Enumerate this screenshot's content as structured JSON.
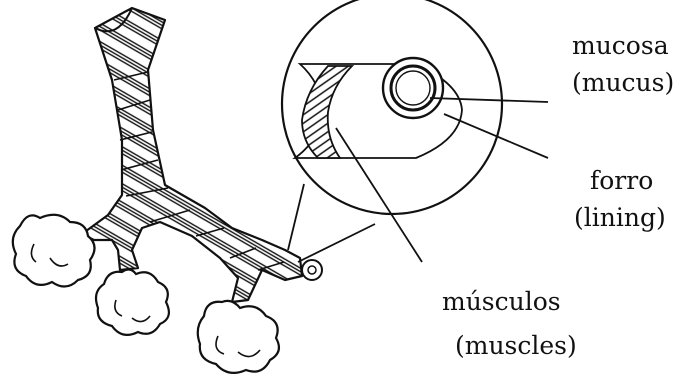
{
  "labels": {
    "mucosa": "mucosa",
    "mucus": "(mucus)",
    "forro": "forro",
    "lining": "(lining)",
    "musculos": "músculos",
    "muscles": "(muscles)"
  },
  "colors": {
    "ink": "#111111",
    "background": "#ffffff"
  }
}
